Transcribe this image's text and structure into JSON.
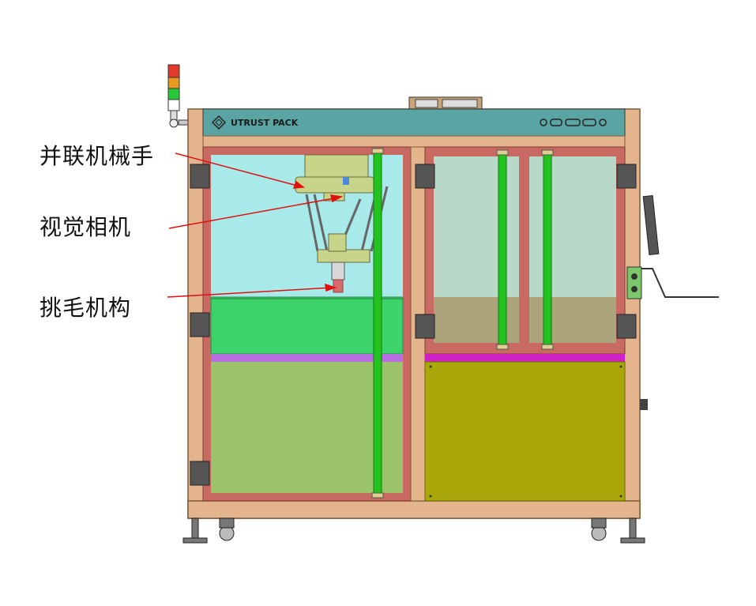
{
  "diagram": {
    "brand": "UTRUST PACK",
    "labels": [
      {
        "id": "parallel-robot",
        "text": "并联机械手"
      },
      {
        "id": "vision-camera",
        "text": "视觉相机"
      },
      {
        "id": "picking-mechanism",
        "text": "挑毛机构"
      }
    ]
  },
  "colors": {
    "frame": "#e4b48c",
    "frame_stroke": "#7a5a3a",
    "door_frame": "#c86a62",
    "glass": "#a8e9ea",
    "green_band": "#3bd36a",
    "lower_panel": "#9bc46a",
    "purple_strip": "#b86de0",
    "magenta_strip": "#d020c8",
    "olive_panel": "#aaa70a",
    "header": "#5aa5a3",
    "rod": "#22c31e",
    "arrow": "#e01010",
    "robot": "#c8d48a"
  }
}
